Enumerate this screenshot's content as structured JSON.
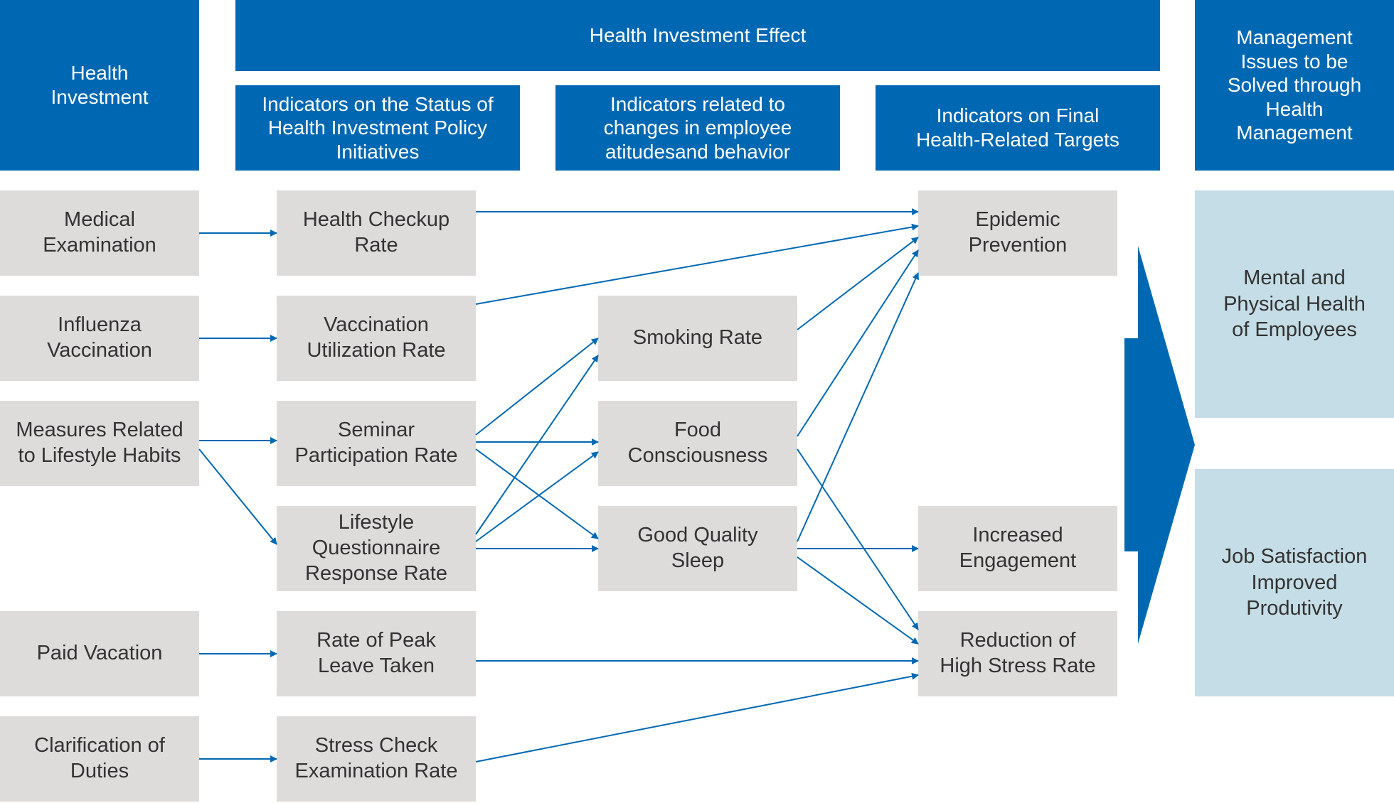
{
  "colors": {
    "header": "#0068b3",
    "box": "#dedcdb",
    "result": "#c5dde6",
    "arrow": "#0068b3"
  },
  "headers": {
    "health_investment": "Health\nInvestment",
    "effect": "Health Investment Effect",
    "col_status": "Indicators on the Status of\nHealth Investment Policy\nInitiatives",
    "col_behavior": "Indicators related to\nchanges in employee\natitudesand behavior",
    "col_final": "Indicators on Final\nHealth-Related Targets",
    "management": "Management\nIssues to be\nSolved through\nHealth\nManagement"
  },
  "investment": {
    "medical": "Medical\nExamination",
    "influenza": "Influenza\nVaccination",
    "lifestyle": "Measures Related\nto Lifestyle Habits",
    "vacation": "Paid Vacation",
    "duties": "Clarification of\nDuties"
  },
  "status": {
    "checkup": "Health Checkup\nRate",
    "vaccination": "Vaccination\nUtilization Rate",
    "seminar": "Seminar\nParticipation Rate",
    "questionnaire": "Lifestyle\nQuestionnaire\nResponse Rate",
    "leave": "Rate of Peak\nLeave Taken",
    "stress_check": "Stress Check\nExamination Rate"
  },
  "behavior": {
    "smoking": "Smoking Rate",
    "food": "Food\nConsciousness",
    "sleep": "Good Quality\nSleep"
  },
  "final": {
    "epidemic": "Epidemic\nPrevention",
    "engagement": "Increased\nEngagement",
    "stress": "Reduction of\nHigh Stress Rate"
  },
  "management": {
    "mental": "Mental and\nPhysical Health\nof Employees",
    "job": "Job Satisfaction\nImproved\nProdutivity"
  }
}
